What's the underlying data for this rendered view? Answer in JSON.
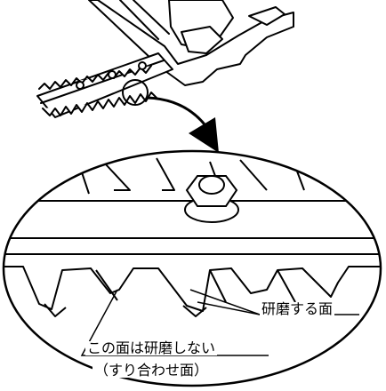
{
  "annotations": {
    "sharpen_surface": "研磨する面",
    "do_not_sharpen": "この面は研磨しない",
    "do_not_sharpen_note": "（すり合わせ面）"
  },
  "colors": {
    "line": "#000000",
    "background": "#ffffff"
  }
}
